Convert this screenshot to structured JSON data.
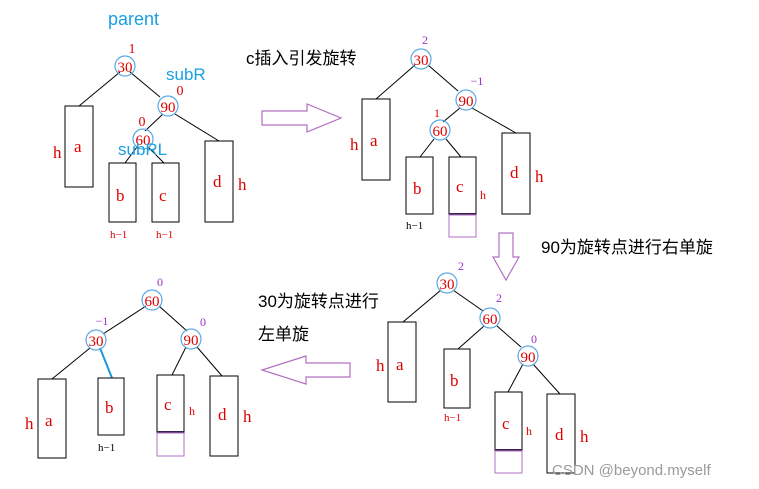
{
  "labels": {
    "parent": "parent",
    "subR": "subR",
    "subRL": "subRL",
    "step1": "c插入引发旋转",
    "step2": "90为旋转点进行右单旋",
    "step3_line1": "30为旋转点进行",
    "step3_line2": "左单旋",
    "watermark": "CSDN @beyond.myself"
  },
  "nodes": {
    "n30": "30",
    "n90": "90",
    "n60": "60"
  },
  "balance": {
    "zero": "0",
    "one": "1",
    "two": "2",
    "neg_one": "−1"
  },
  "subtrees": {
    "a": "a",
    "b": "b",
    "c": "c",
    "d": "d",
    "h": "h",
    "h_minus_1": "h−1"
  },
  "colors": {
    "label_blue": "#1aa0e0",
    "balance_red": "#e00000",
    "balance_purple": "#9b30c8",
    "arrow_purple": "#b070c0",
    "node_ring": "#5aa8e0",
    "text_red": "#e00000",
    "highlight_edge": "#1a9ad6"
  }
}
